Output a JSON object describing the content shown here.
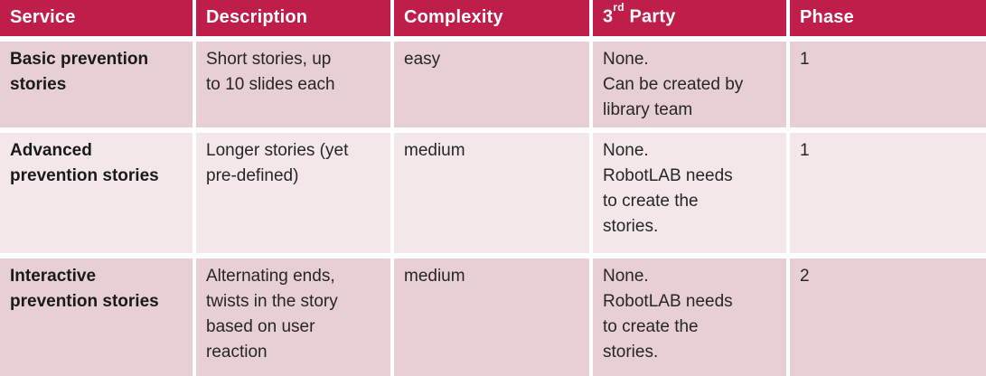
{
  "colors": {
    "header_bg": "#BF1E4B",
    "row_odd_bg": "#E7CFD4",
    "row_even_bg": "#F4E7EA",
    "header_text": "#FFFFFF",
    "body_text": "#262626"
  },
  "table": {
    "header": {
      "service": "Service",
      "description": "Description",
      "complexity": "Complexity",
      "third_party_base": "3",
      "third_party_sup": "rd",
      "third_party_rest": " Party",
      "phase": "Phase"
    },
    "rows": [
      {
        "service": "Basic prevention\nstories",
        "description": "Short stories, up\nto 10 slides each",
        "complexity": "easy",
        "third_party": "None.\nCan be created by\nlibrary team",
        "phase": "1"
      },
      {
        "service": "Advanced\nprevention stories",
        "description": "Longer stories (yet\npre-defined)",
        "complexity": "medium",
        "third_party": "None.\nRobotLAB needs\nto create the\nstories.",
        "phase": "1"
      },
      {
        "service": "Interactive\nprevention stories",
        "description": "Alternating ends,\ntwists in the story\nbased on user\nreaction",
        "complexity": "medium",
        "third_party": "None.\nRobotLAB needs\nto create the\nstories.",
        "phase": "2"
      }
    ]
  }
}
